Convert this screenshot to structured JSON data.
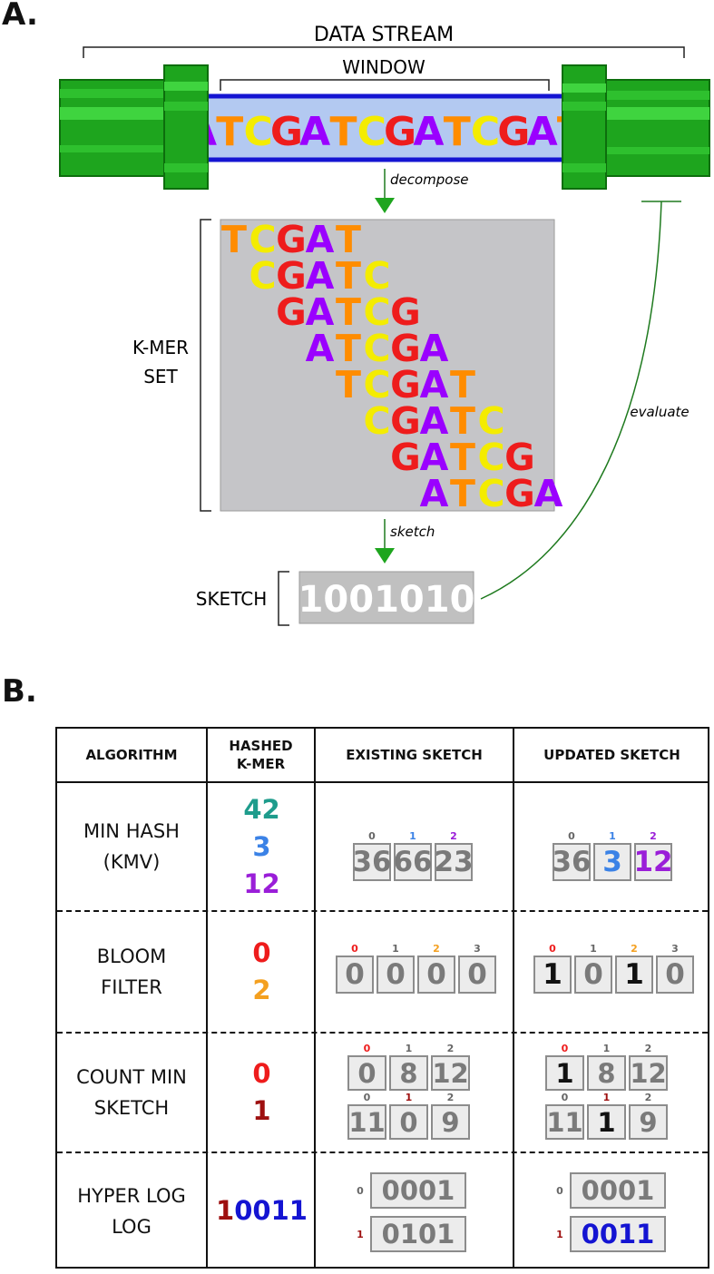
{
  "panels": {
    "a": "A.",
    "b": "B."
  },
  "part_a": {
    "data_stream_label": "DATA STREAM",
    "window_label": "WINDOW",
    "sequence_letters": [
      "A",
      "T",
      "C",
      "G",
      "A",
      "T",
      "C",
      "G",
      "A",
      "T",
      "C",
      "G",
      "A",
      "T"
    ],
    "decompose_label": "decompose",
    "kmer_set_label_line1": "K-MER",
    "kmer_set_label_line2": "SET",
    "kmers": [
      "TCGAT",
      "CGATC",
      "GATCG",
      "ATCGA",
      "TCGAT",
      "CGATC",
      "GATCG",
      "ATCGA"
    ],
    "sketch_arrow_label": "sketch",
    "sketch_label": "SKETCH",
    "sketch_value": "1001010",
    "evaluate_label": "evaluate",
    "base_colors": {
      "A": "#9a00ff",
      "T": "#ff8c00",
      "C": "#f4ec00",
      "G": "#ee1c1c"
    },
    "colors": {
      "pipe": "#1ea51e",
      "pipe_light": "#3fd43f",
      "window_fill": "#b3c9f1",
      "window_border": "#1414d2",
      "kmer_box": "#c5c5c8",
      "sketch_box": "#c0c0c0"
    }
  },
  "table": {
    "headers": {
      "algorithm": "ALGORITHM",
      "hashed_line1": "HASHED",
      "hashed_line2": "K-MER",
      "existing": "EXISTING SKETCH",
      "updated": "UPDATED SKETCH"
    },
    "rows": [
      {
        "name_line1": "MIN HASH",
        "name_line2": "(KMV)",
        "hashed": [
          "42",
          "3",
          "12"
        ],
        "hashed_colors": [
          "#1e9c8c",
          "#3b82e6",
          "#9a1ed8"
        ],
        "indices": [
          "0",
          "1",
          "2"
        ],
        "index_colors": [
          "#666666",
          "#3b82e6",
          "#9a1ed8"
        ],
        "existing": [
          "36",
          "66",
          "23"
        ],
        "updated": [
          "36",
          "3",
          "12"
        ],
        "updated_colors": [
          "#7a7a7a",
          "#3b82e6",
          "#9a1ed8"
        ]
      },
      {
        "name_line1": "BLOOM",
        "name_line2": "FILTER",
        "hashed": [
          "0",
          "2"
        ],
        "hashed_colors": [
          "#ee1c1c",
          "#f4a020"
        ],
        "indices": [
          "0",
          "1",
          "2",
          "3"
        ],
        "index_colors": [
          "#ee1c1c",
          "#666666",
          "#f4a020",
          "#666666"
        ],
        "existing": [
          "0",
          "0",
          "0",
          "0"
        ],
        "updated": [
          "1",
          "0",
          "1",
          "0"
        ],
        "updated_colors": [
          "#111111",
          "#7a7a7a",
          "#111111",
          "#7a7a7a"
        ]
      },
      {
        "name_line1": "COUNT MIN",
        "name_line2": "SKETCH",
        "hashed": [
          "0",
          "1"
        ],
        "hashed_colors": [
          "#ee1c1c",
          "#9e1010"
        ],
        "row0_indices": [
          "0",
          "1",
          "2"
        ],
        "row0_index_colors": [
          "#ee1c1c",
          "#666666",
          "#666666"
        ],
        "row1_indices": [
          "0",
          "1",
          "2"
        ],
        "row1_index_colors": [
          "#666666",
          "#9e1010",
          "#666666"
        ],
        "existing_row0": [
          "0",
          "8",
          "12"
        ],
        "existing_row1": [
          "11",
          "0",
          "9"
        ],
        "updated_row0": [
          "1",
          "8",
          "12"
        ],
        "updated_row1": [
          "11",
          "1",
          "9"
        ],
        "updated_row0_colors": [
          "#111111",
          "#7a7a7a",
          "#7a7a7a"
        ],
        "updated_row1_colors": [
          "#7a7a7a",
          "#111111",
          "#7a7a7a"
        ]
      },
      {
        "name_line1": "HYPER LOG",
        "name_line2": "LOG",
        "hashed_prefix": "1",
        "hashed_rest": "0011",
        "hashed_colors": [
          "#9e1010",
          "#1414d2"
        ],
        "indices": [
          "0",
          "1"
        ],
        "index_colors": [
          "#666666",
          "#9e1010"
        ],
        "existing": [
          "0001",
          "0101"
        ],
        "updated": [
          "0001",
          "0011"
        ],
        "updated_colors": [
          "#7a7a7a",
          "#1414d2"
        ]
      }
    ]
  }
}
